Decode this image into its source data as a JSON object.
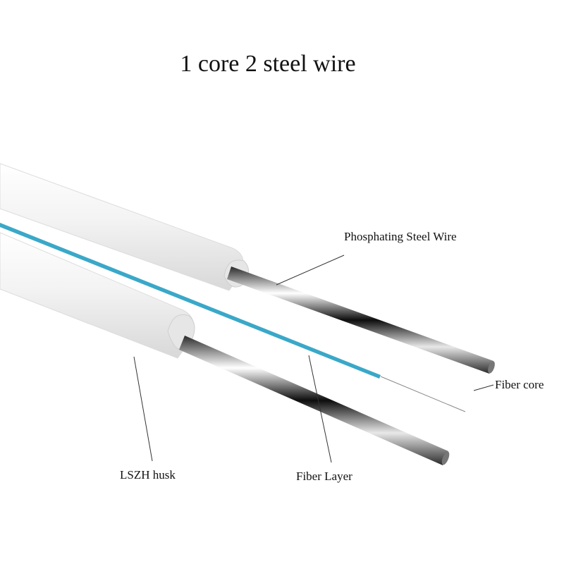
{
  "title": "1 core 2 steel wire",
  "labels": {
    "steel_wire": "Phosphating Steel Wire",
    "fiber_core": "Fiber core",
    "husk": "LSZH husk",
    "fiber_layer": "Fiber Layer"
  },
  "colors": {
    "background": "#ffffff",
    "jacket": "#f2f2f2",
    "fiber_layer": "#3aa8c8",
    "steel": "#1a1a1a"
  }
}
